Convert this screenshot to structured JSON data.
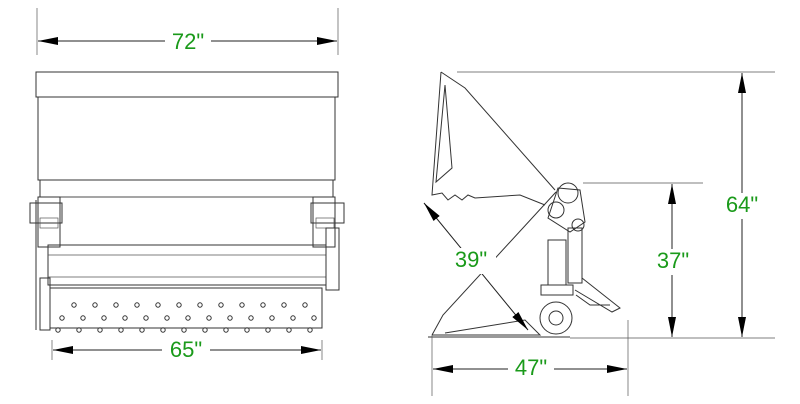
{
  "dimensions": {
    "overall_width": "72\"",
    "roller_width": "65\"",
    "overall_height": "64\"",
    "pivot_height": "37\"",
    "bucket_opening": "39\"",
    "overall_depth": "47\""
  },
  "colors": {
    "dimension_text": "#1a9a1a",
    "line_art": "#333333"
  }
}
